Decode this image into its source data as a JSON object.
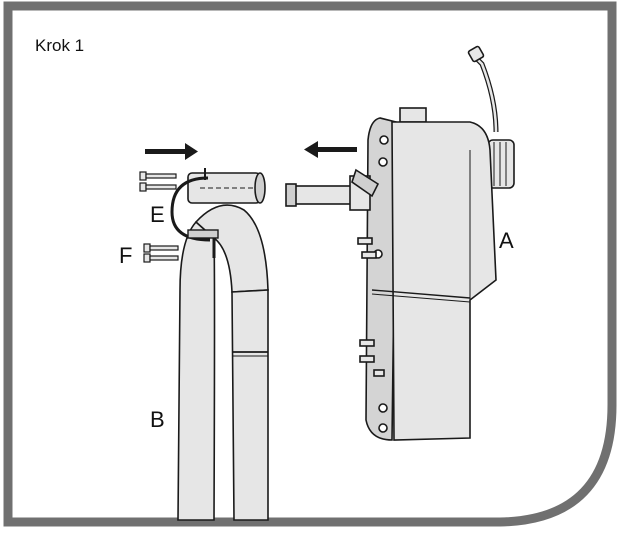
{
  "step": {
    "title": "Krok 1"
  },
  "labels": {
    "a": "A",
    "b": "B",
    "e": "E",
    "f": "F"
  },
  "colors": {
    "frame": "#707070",
    "panel": "#ffffff",
    "part_fill": "#e6e6e6",
    "part_shade": "#cfcfcf",
    "line": "#1a1a1a"
  },
  "icons": [
    "arrow-right-icon",
    "arrow-left-icon",
    "screw-icon",
    "u-clamp-icon"
  ]
}
